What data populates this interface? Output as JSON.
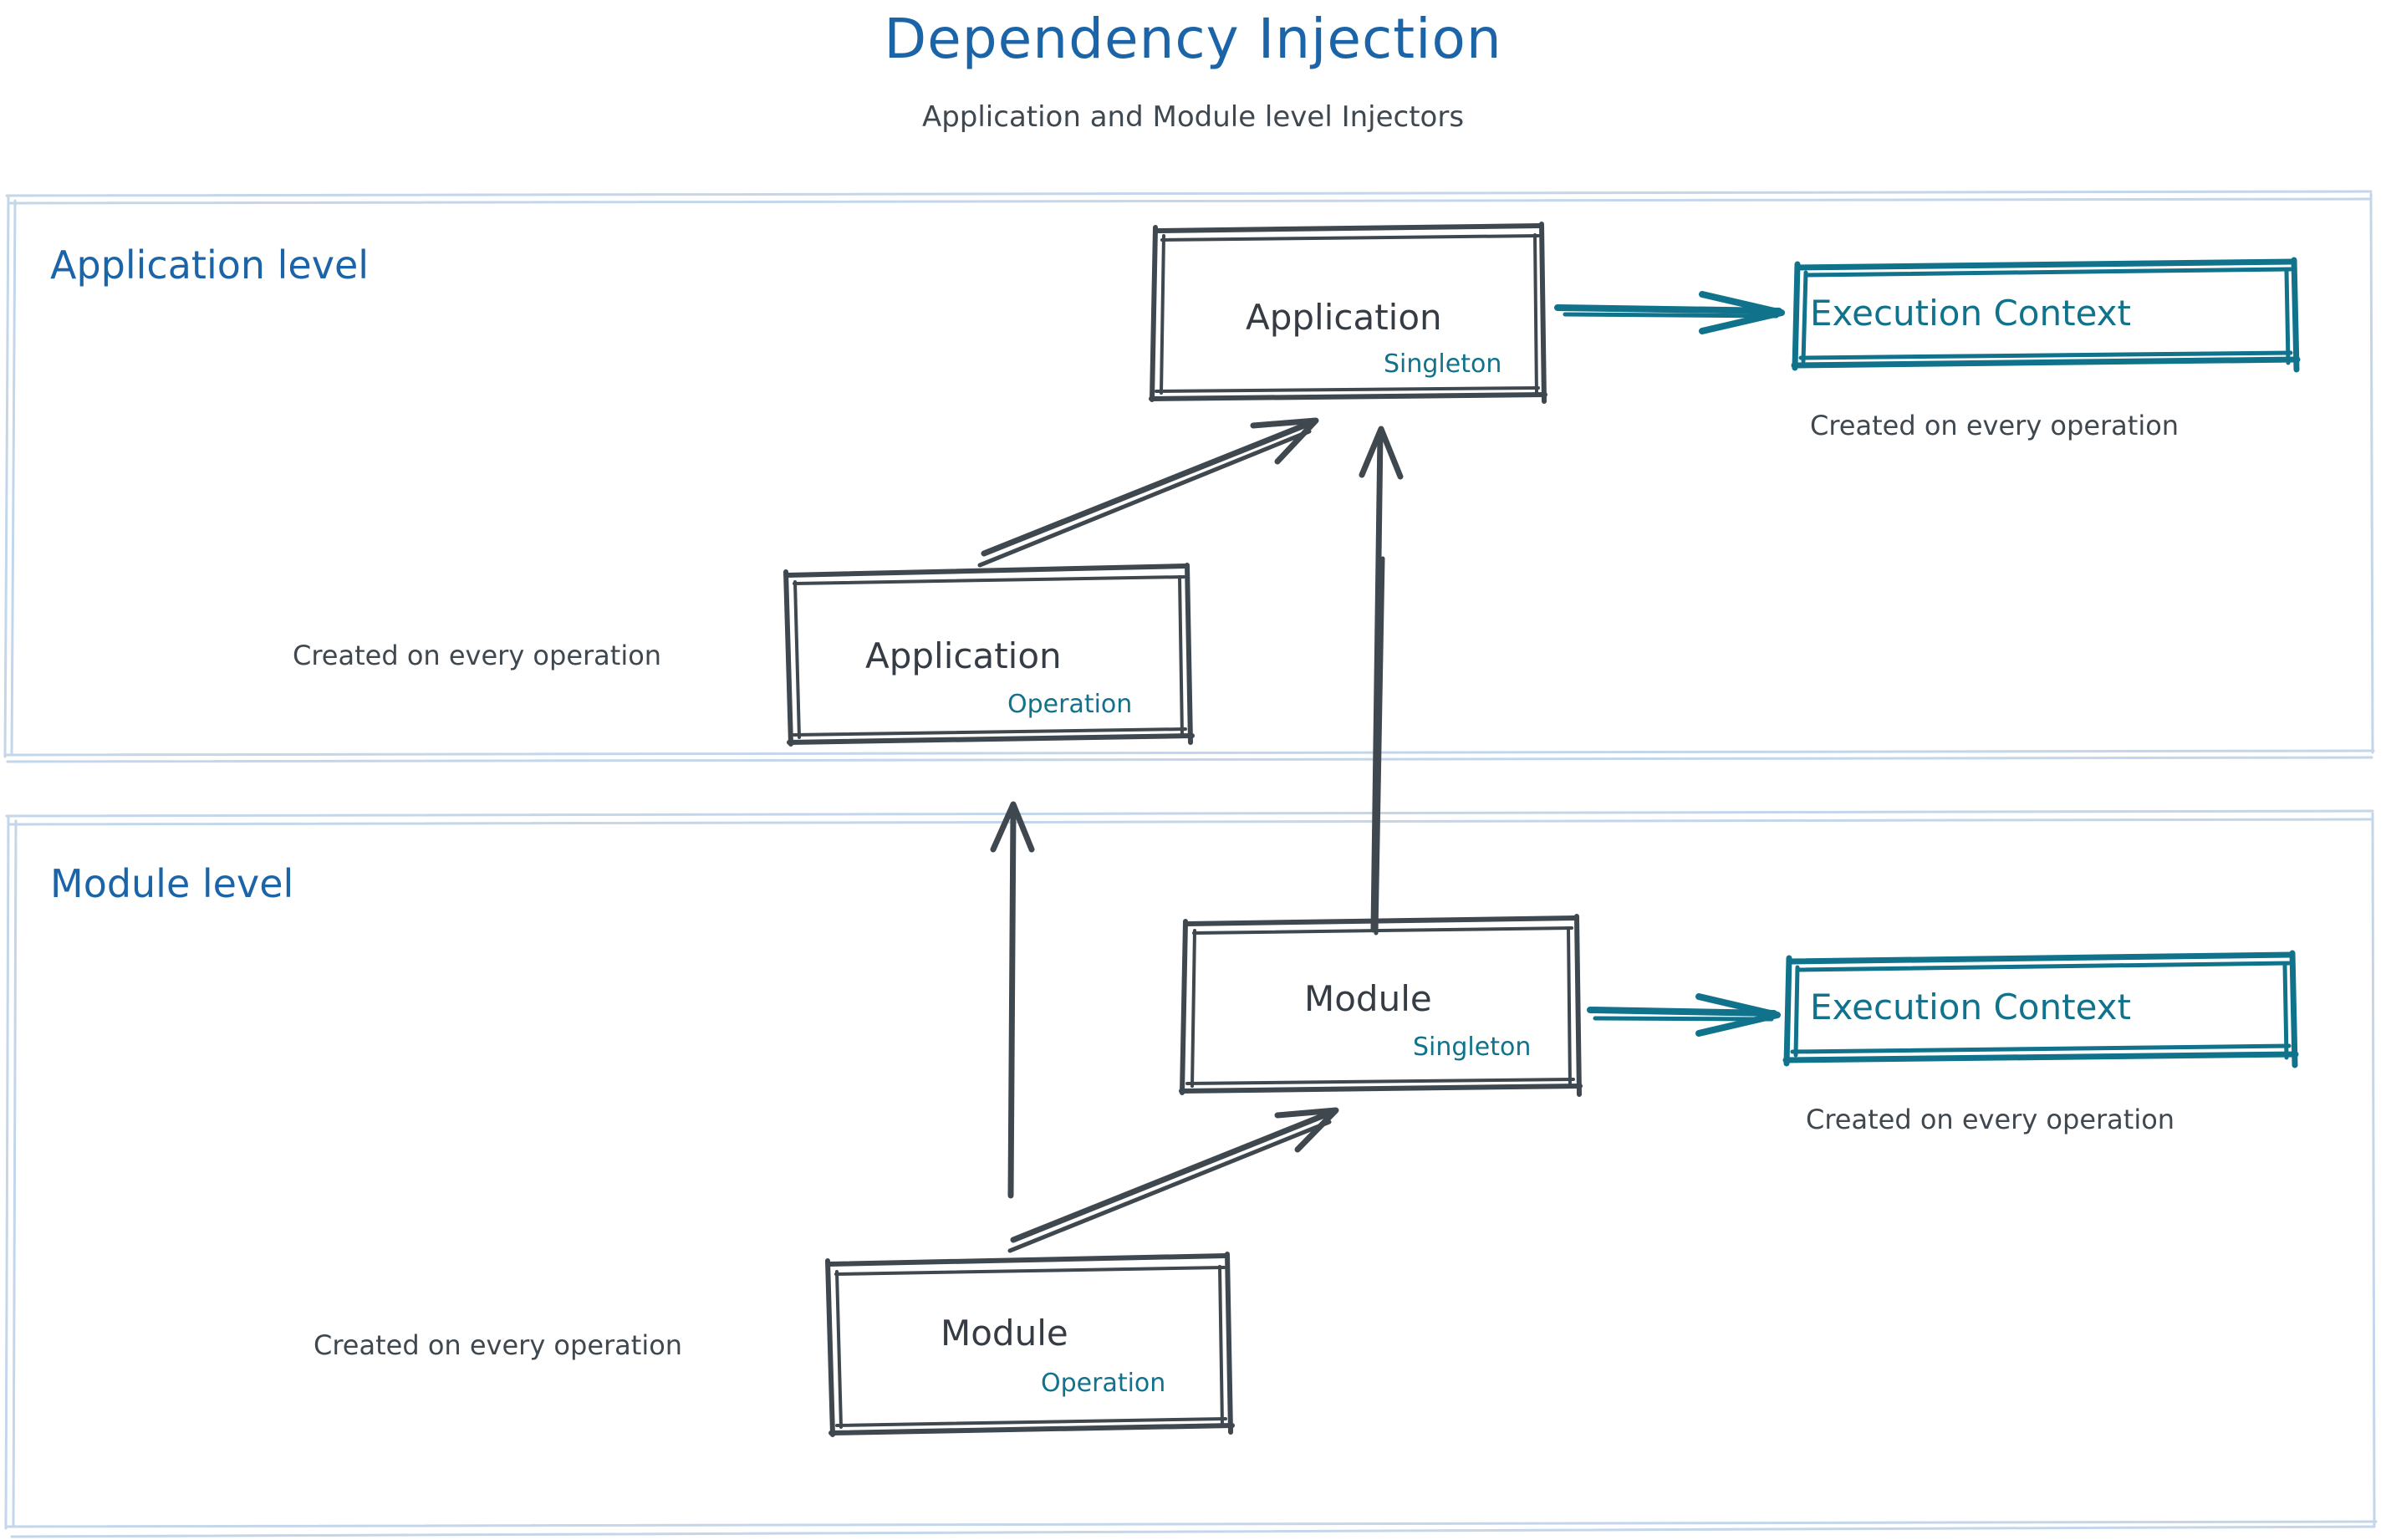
{
  "header": {
    "title": "Dependency Injection",
    "subtitle": "Application and Module level Injectors"
  },
  "colors": {
    "accent_blue": "#1c64a8",
    "container_border": "#c3d6ea",
    "node_stroke": "#3f474f",
    "node_text": "#353c44",
    "teal": "#11728c",
    "caption_text": "#3f474f",
    "background": "#ffffff"
  },
  "containers": [
    {
      "id": "application-level",
      "label": "Application level"
    },
    {
      "id": "module-level",
      "label": "Module level"
    }
  ],
  "nodes": [
    {
      "id": "application-singleton",
      "title": "Application",
      "badge": "Singleton",
      "level": "application-level"
    },
    {
      "id": "application-operation",
      "title": "Application",
      "badge": "Operation",
      "level": "application-level"
    },
    {
      "id": "execution-context-application",
      "title": "Execution Context",
      "level": "application-level"
    },
    {
      "id": "module-singleton",
      "title": "Module",
      "badge": "Singleton",
      "level": "module-level"
    },
    {
      "id": "module-operation",
      "title": "Module",
      "badge": "Operation",
      "level": "module-level"
    },
    {
      "id": "execution-context-module",
      "title": "Execution Context",
      "level": "module-level"
    }
  ],
  "captions": {
    "application_execution_context": "Created on every operation",
    "application_operation": "Created on every operation",
    "module_execution_context": "Created on every operation",
    "module_operation": "Created on every operation"
  },
  "edges": [
    {
      "id": "app-singleton-to-ec",
      "from": "application-singleton",
      "to": "execution-context-application",
      "style": "teal-arrow"
    },
    {
      "id": "app-operation-to-app-singleton",
      "from": "application-operation",
      "to": "application-singleton",
      "style": "sketch-arrow"
    },
    {
      "id": "module-singleton-to-app-singleton",
      "from": "module-singleton",
      "to": "application-singleton",
      "style": "sketch-arrow"
    },
    {
      "id": "module-singleton-to-ec",
      "from": "module-singleton",
      "to": "execution-context-module",
      "style": "teal-arrow"
    },
    {
      "id": "module-operation-to-module-singleton",
      "from": "module-operation",
      "to": "module-singleton",
      "style": "sketch-arrow"
    },
    {
      "id": "module-operation-to-app-operation",
      "from": "module-operation",
      "to": "application-operation",
      "style": "sketch-arrow"
    }
  ]
}
